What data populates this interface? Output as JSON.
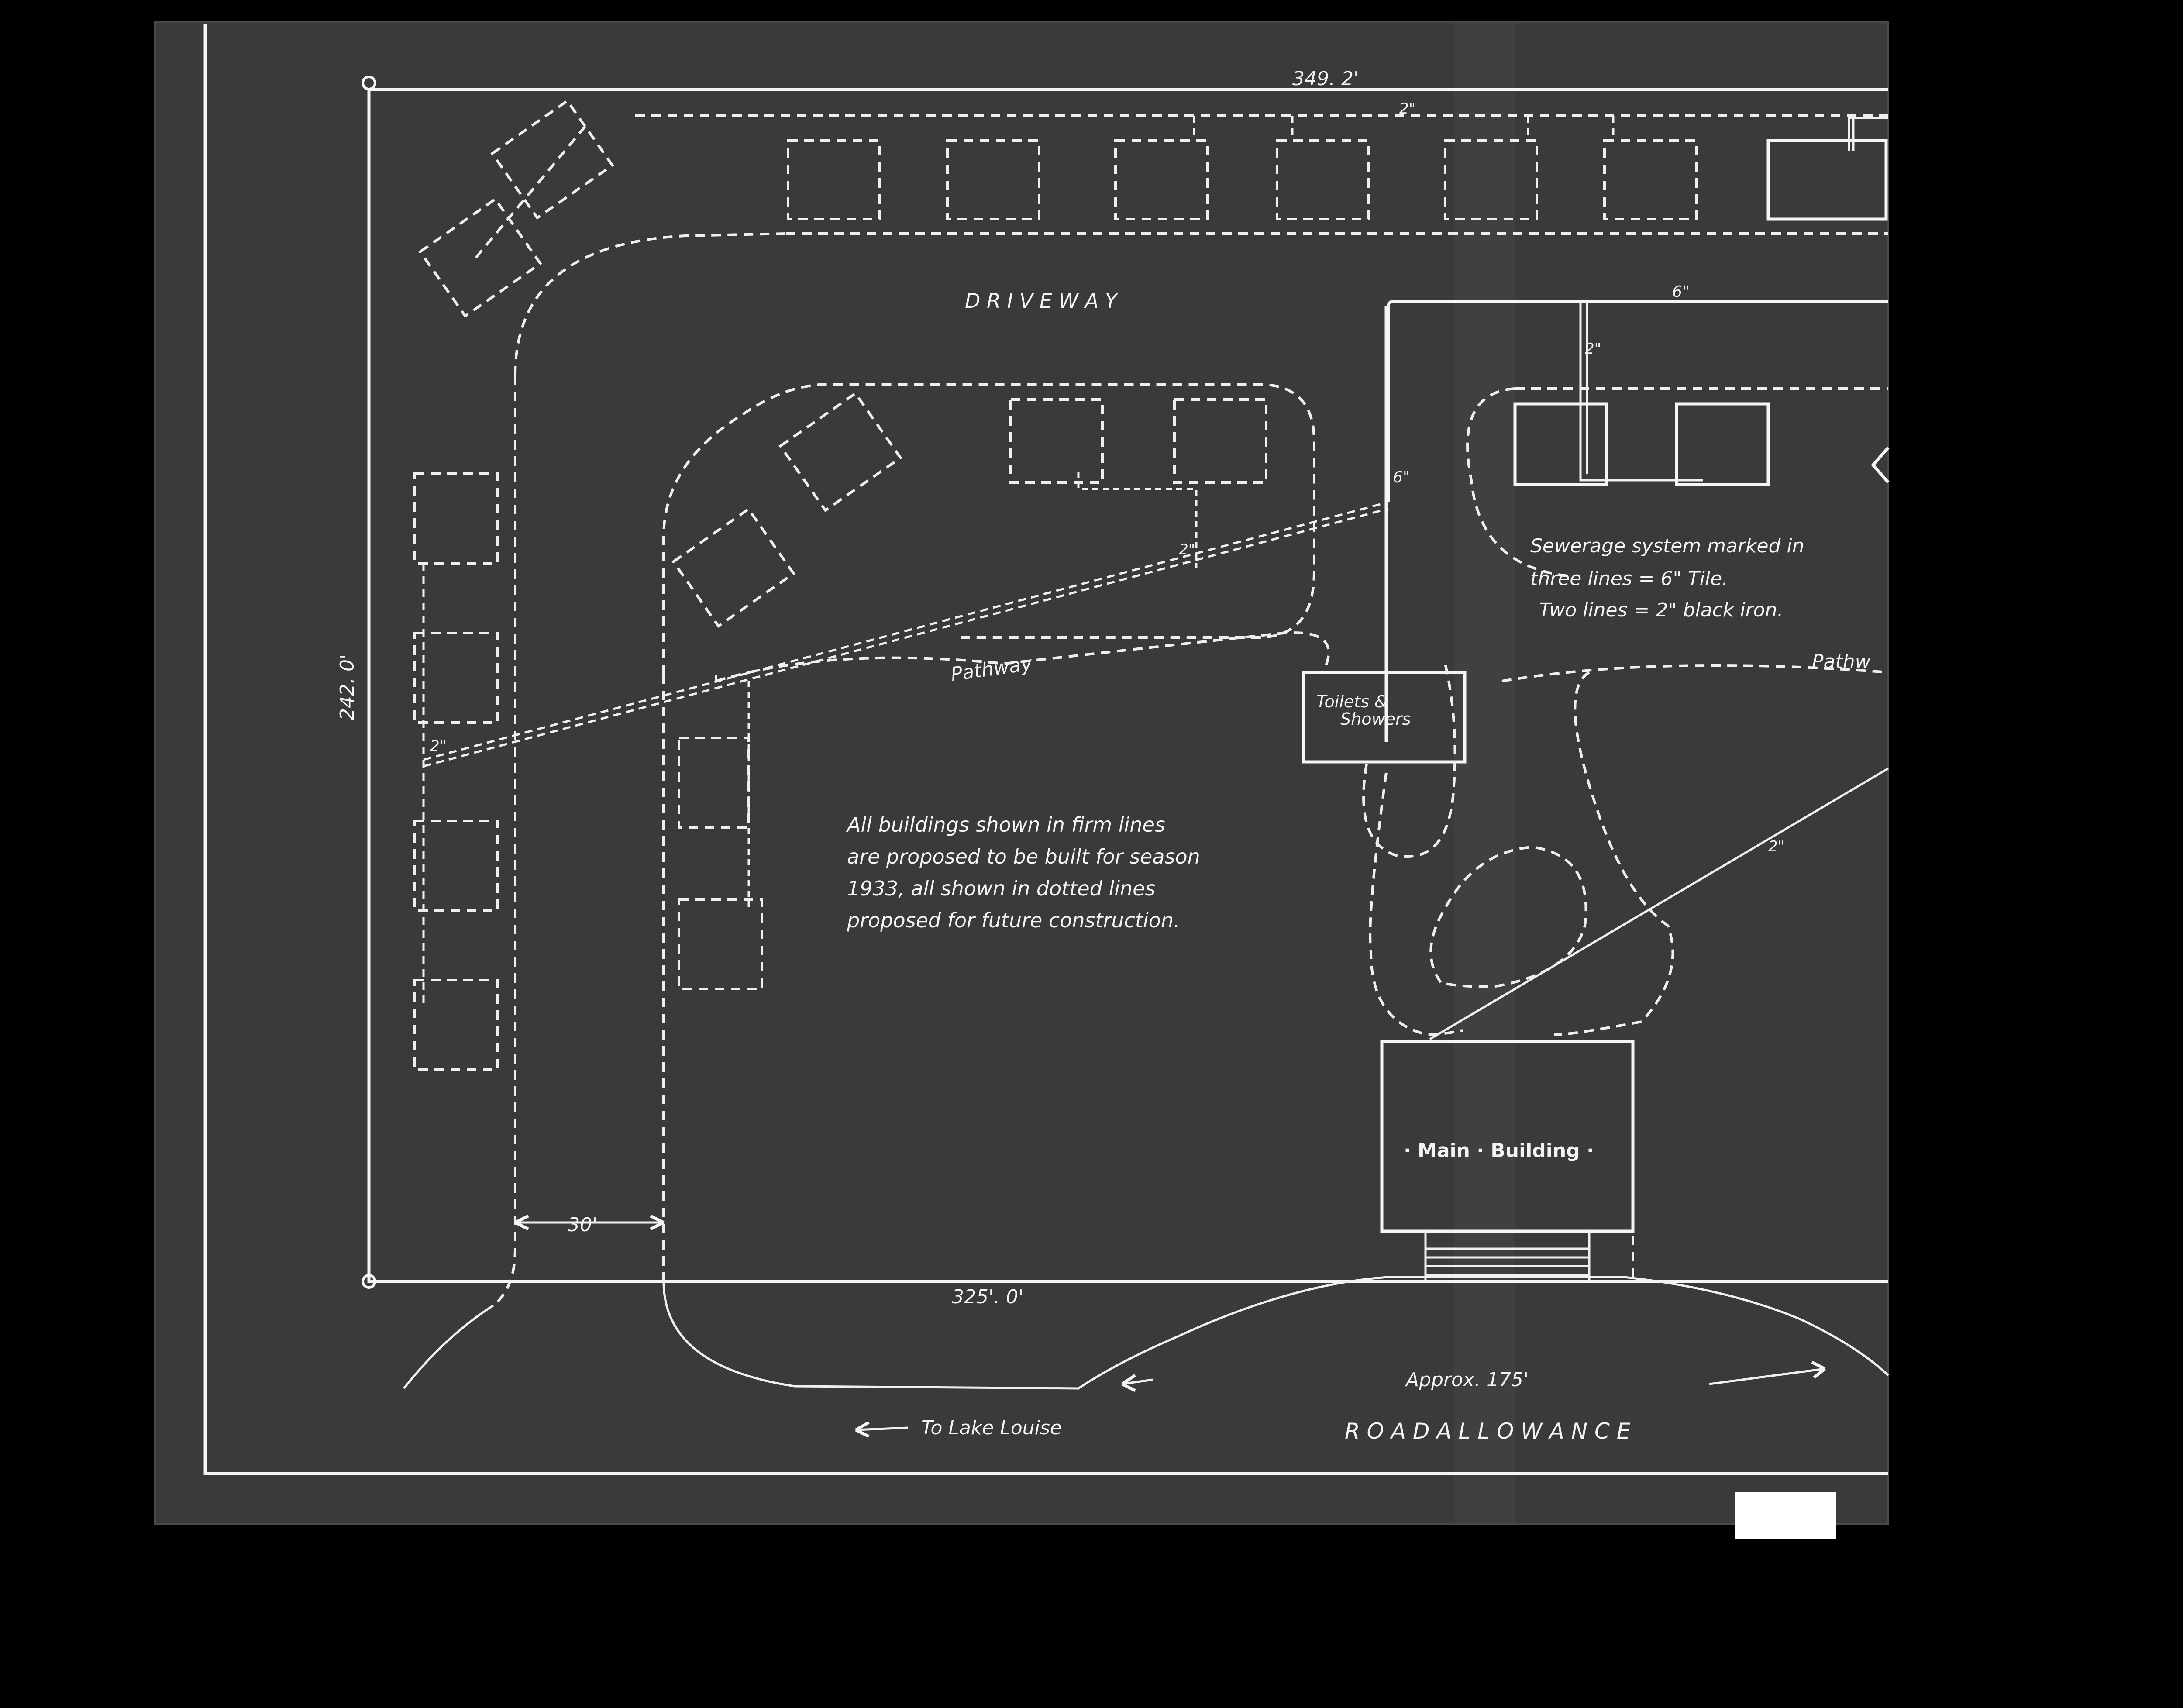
{
  "colors": {
    "background": "#000000",
    "paper": "#3a3a3a",
    "ink": "#f4f4f4",
    "tag": "#ffffff"
  },
  "labels": {
    "top_dimension": "349. 2'",
    "side_dimension": "242. 0'",
    "bottom_dimension": "325'. 0'",
    "gap_dimension": "30'",
    "driveway": "D R I V E W A Y",
    "pathway_left": "Pathway",
    "pathway_right": "Pathw",
    "toilets_line1": "Toilets &",
    "toilets_line2": "Showers",
    "main_building": "· Main · Building ·",
    "to_lake_louise": "To Lake Louise",
    "approx": "Approx.  175'",
    "road_allowance": "R O A D     A L L O W A N C E",
    "pipe_6in_top": "6\"",
    "pipe_6in_left": "6\"",
    "pipe_2in_top": "2\"",
    "pipe_2in_inner": "2\"",
    "pipe_2in_mid": "2\"",
    "pipe_2in_left": "2\"",
    "pipe_2in_right": "2\""
  },
  "notes": {
    "buildings_line1": "All buildings shown in firm lines",
    "buildings_line2": "are proposed to be built for season",
    "buildings_line3": "1933,  all shown in dotted lines",
    "buildings_line4": "proposed for future construction.",
    "sewer_line1": "Sewerage system marked in",
    "sewer_line2": "three lines = 6\" Tile.",
    "sewer_line3": "Two lines = 2\" black iron."
  }
}
